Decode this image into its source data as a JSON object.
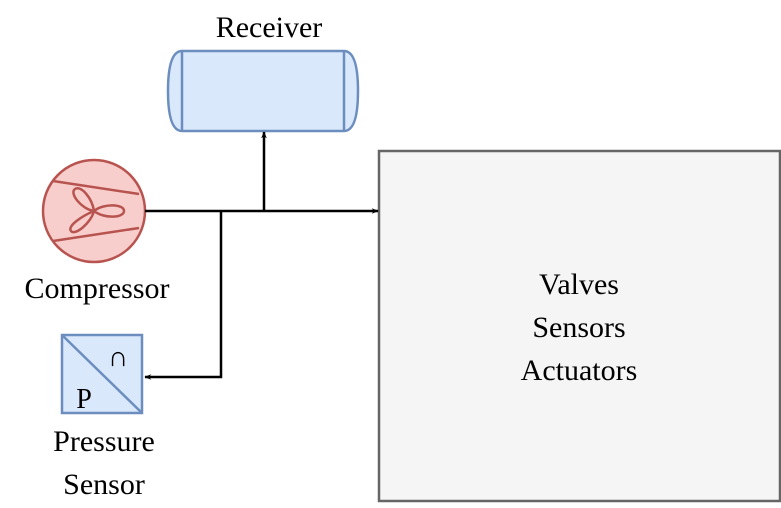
{
  "receiver": {
    "label": "Receiver"
  },
  "compressor": {
    "label": "Compressor"
  },
  "pressure_sensor": {
    "label_line1": "Pressure",
    "label_line2": "Sensor",
    "symbol_top": "∩",
    "symbol_bottom": "P"
  },
  "system_block": {
    "line1": "Valves",
    "line2": "Sensors",
    "line3": "Actuators"
  },
  "colors": {
    "receiver_fill": "#dae8fc",
    "receiver_stroke": "#6c8ebf",
    "compressor_fill": "#f8cecc",
    "compressor_stroke": "#b85450",
    "sensor_fill": "#dae8fc",
    "sensor_stroke": "#6c8ebf",
    "block_fill": "#f5f5f5",
    "block_stroke": "#666666",
    "line": "#000000"
  }
}
